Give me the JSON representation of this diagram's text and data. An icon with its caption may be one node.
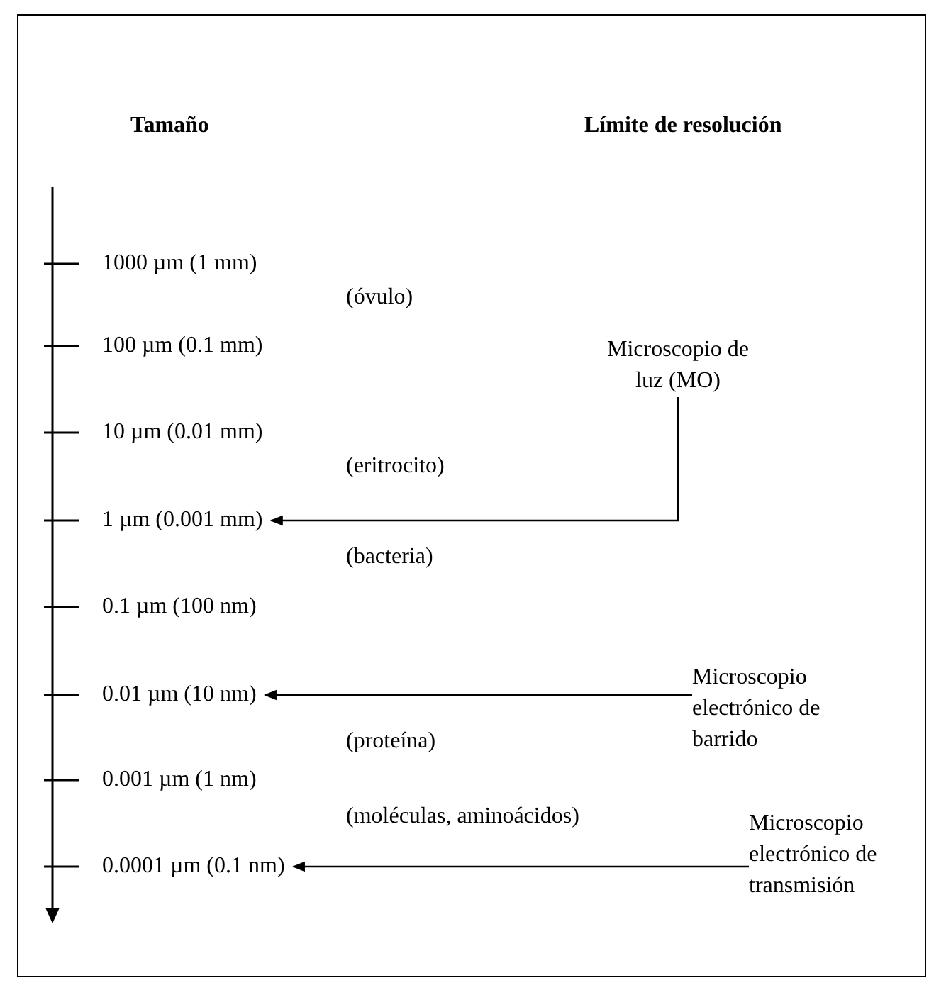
{
  "diagram": {
    "nodes": [
      {
        "text": [
          "1000 µm (1 mm)"
        ]
      },
      {
        "text": [
          "100 µm (0.1 mm)"
        ]
      },
      {
        "text": [
          "10 µm (0.01 mm)"
        ]
      },
      {
        "text": [
          "1 µm (0.001 mm)"
        ]
      },
      {
        "text": [
          "0.1 µm (100 nm)"
        ]
      },
      {
        "text": [
          "0.01 µm (10 nm)"
        ]
      },
      {
        "text": [
          "0.001 µm (1 nm)"
        ]
      },
      {
        "text": [
          "0.0001 µm (0.1 nm)"
        ]
      },
      {
        "text": [
          "Microscopio de luz (MO)"
        ]
      },
      {
        "text": [
          "Microscopio electrónico de barrido"
        ]
      },
      {
        "text": [
          "Microscopio electrónico de transmisión"
        ]
      }
    ],
    "edges": [
      {
        "from": 8,
        "to": 3,
        "arrow": "to"
      },
      {
        "from": 9,
        "to": 5,
        "arrow": "to"
      },
      {
        "from": 10,
        "to": 7,
        "arrow": "to"
      }
    ],
    "labels": [
      "Tamaño",
      "Límite de resolución",
      "(óvulo)",
      "(eritrocito)",
      "(bacteria)",
      "(proteína)",
      "(moléculas, aminoácidos)"
    ]
  }
}
